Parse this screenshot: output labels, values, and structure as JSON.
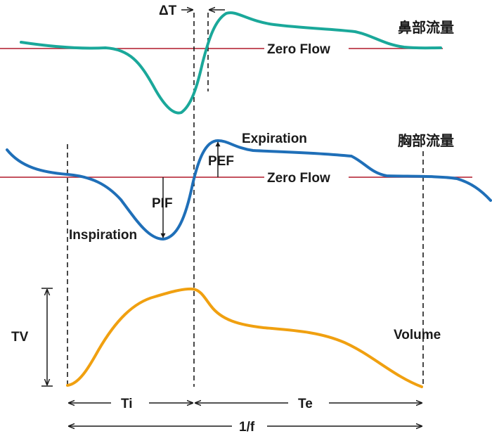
{
  "labels": {
    "delta_t": "ΔT",
    "nasal_flow": "鼻部流量",
    "chest_flow": "胸部流量",
    "zero_flow_top": "Zero Flow",
    "zero_flow_mid": "Zero Flow",
    "expiration": "Expiration",
    "pef": "PEF",
    "pif": "PIF",
    "inspiration": "Inspiration",
    "tv": "TV",
    "volume": "Volume",
    "ti": "Ti",
    "te": "Te",
    "period": "1/f"
  },
  "colors": {
    "nasal_curve": "#1aa89a",
    "chest_curve": "#1f6fb8",
    "volume_curve": "#f0a010",
    "zero_line": "#b0182a",
    "ink": "#1a1a1a"
  }
}
